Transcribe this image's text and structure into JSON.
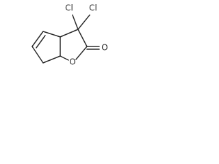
{
  "molecule": {
    "atom_labels": {
      "chlorine_top_left": "Cl",
      "chlorine_top_right": "Cl",
      "carbonyl_oxygen": "O",
      "ring_oxygen": "O"
    }
  }
}
